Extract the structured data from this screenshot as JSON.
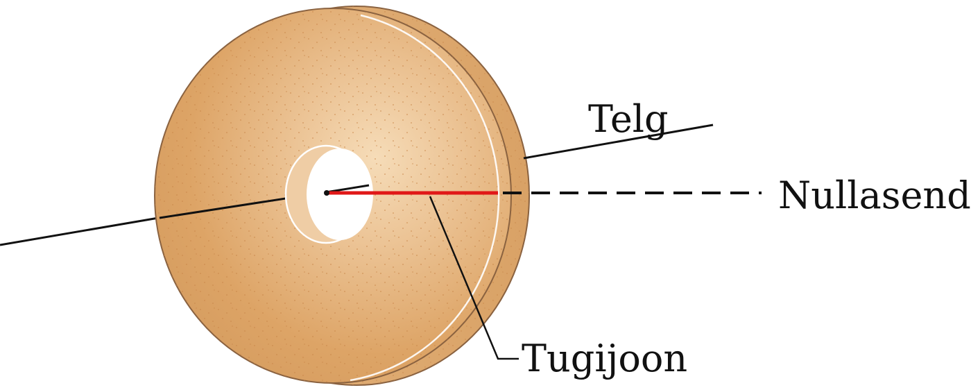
{
  "labels": {
    "axis": "Telg",
    "reference": "Nullasend",
    "support": "Tugijoon"
  },
  "colors": {
    "disk_face_light": "#f0cfa6",
    "disk_face_mid": "#dfa86a",
    "disk_face_dark": "#d49a5c",
    "disk_rim": "#e2b07a",
    "disk_outline": "#8a6240",
    "support_line": "#e01818",
    "lines": "#111111",
    "speckle": "#c9874a"
  }
}
